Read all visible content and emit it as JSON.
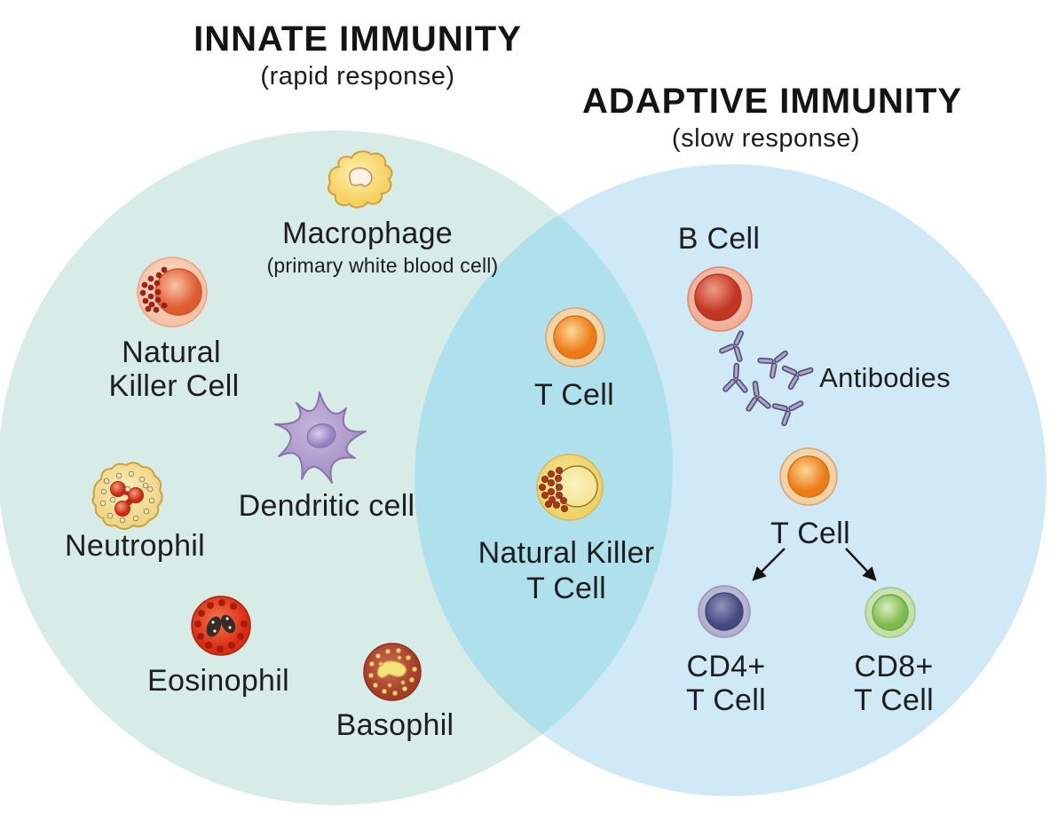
{
  "diagram": {
    "left_title": {
      "label": "INNATE IMMUNITY",
      "sublabel": "(rapid response)"
    },
    "right_title": {
      "label": "ADAPTIVE IMMUNITY",
      "sublabel": "(slow response)"
    },
    "colors": {
      "innate_circle": "#d8ece7",
      "adaptive_circle": "#cfeaf6",
      "overlap_region": "#aee1ec",
      "text": "#1d1d1d"
    },
    "innate_cells": {
      "macrophage": {
        "label": "Macrophage",
        "sublabel": "(primary white blood cell)"
      },
      "natural_killer_cell": {
        "line1": "Natural",
        "line2": "Killer Cell"
      },
      "dendritic_cell": {
        "label": "Dendritic cell"
      },
      "neutrophil": {
        "label": "Neutrophil"
      },
      "eosinophil": {
        "label": "Eosinophil"
      },
      "basophil": {
        "label": "Basophil"
      }
    },
    "overlap_cells": {
      "t_cell": {
        "label": "T Cell"
      },
      "natural_killer_t_cell": {
        "line1": "Natural Killer",
        "line2": "T Cell"
      }
    },
    "adaptive_cells": {
      "b_cell": {
        "label": "B Cell"
      },
      "antibodies": {
        "label": "Antibodies"
      },
      "t_cell": {
        "label": "T Cell"
      },
      "cd4_t_cell": {
        "line1": "CD4+",
        "line2": "T Cell"
      },
      "cd8_t_cell": {
        "line1": "CD8+",
        "line2": "T Cell"
      }
    }
  }
}
